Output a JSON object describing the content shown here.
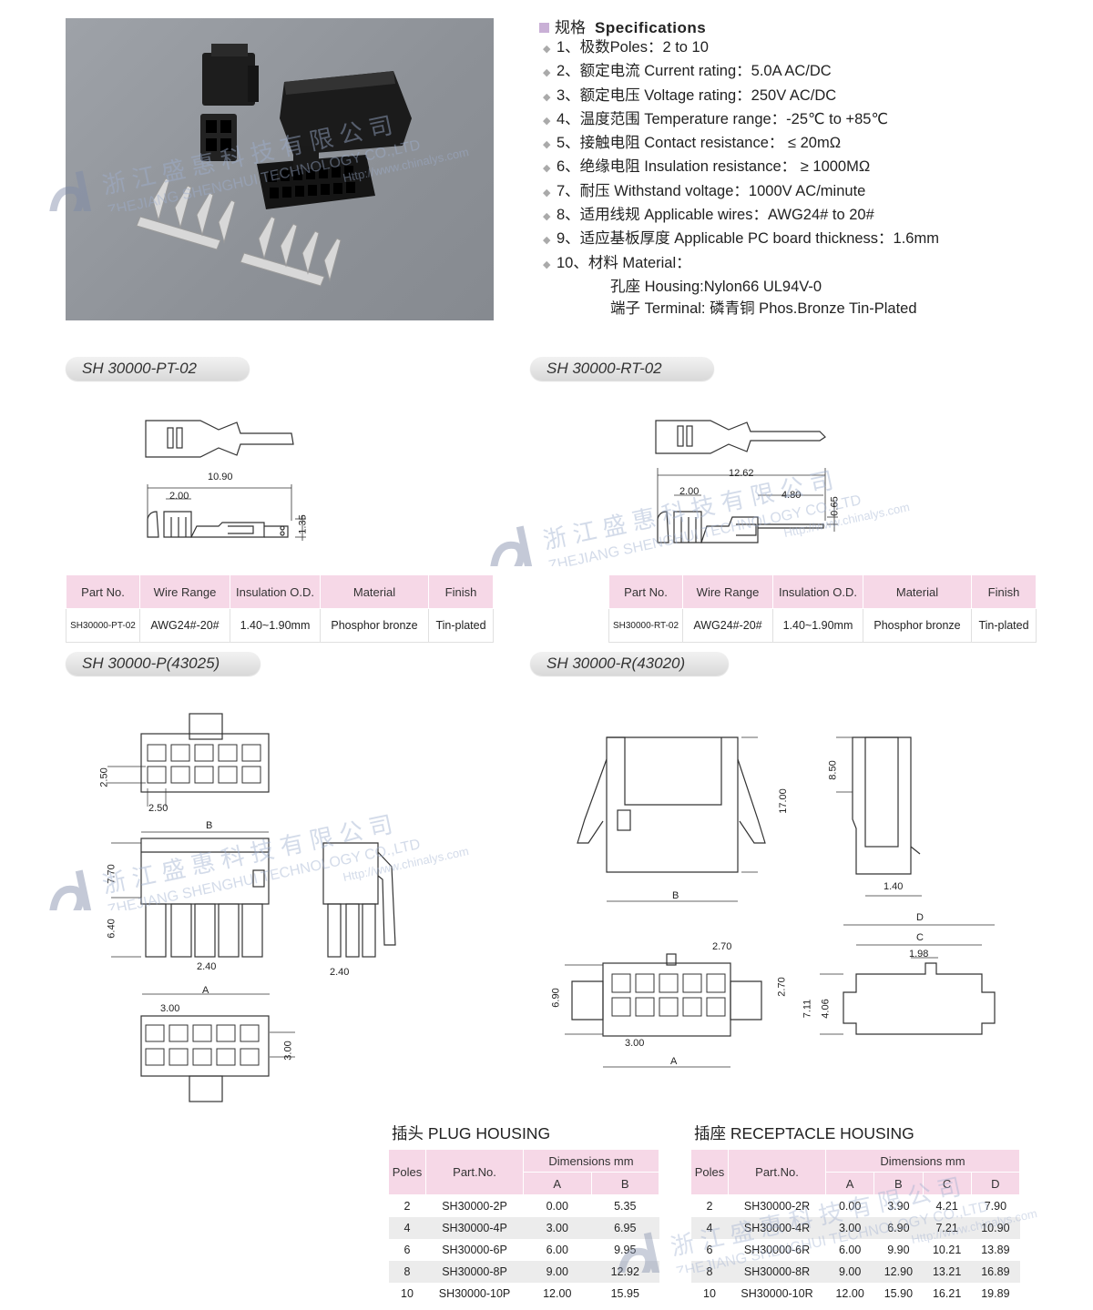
{
  "specs": {
    "title_cn": "规格",
    "title_en": "Specifications",
    "items": [
      "1、极数Poles：2 to 10",
      "2、额定电流 Current rating：5.0A AC/DC",
      "3、额定电压 Voltage rating：250V AC/DC",
      "4、温度范围 Temperature range：-25℃  to +85℃",
      "5、接触电阻 Contact resistance：  ≤ 20mΩ",
      "6、绝缘电阻 Insulation resistance：  ≥ 1000MΩ",
      "7、耐压 Withstand voltage：1000V AC/minute",
      "8、适用线规 Applicable wires：AWG24# to 20#",
      "9、适应基板厚度 Applicable PC board thickness：1.6mm",
      "10、材料 Material："
    ],
    "material_housing": "孔座 Housing:Nylon66 UL94V-0",
    "material_terminal": "端子 Terminal: 磷青铜 Phos.Bronze Tin-Plated"
  },
  "watermark": {
    "cn": "浙 江 盛 惠 科 技 有 限 公 司",
    "en": "ZHEJIANG SHENGHUI TECHNOLOGY CO.,LTD",
    "url": "Http://www.chinalys.com"
  },
  "sections": {
    "pt": "SH 30000-PT-02",
    "rt": "SH 30000-RT-02",
    "p": "SH 30000-P(43025)",
    "r": "SH 30000-R(43020)"
  },
  "terminal_table": {
    "headers": [
      "Part No.",
      "Wire Range",
      "Insulation O.D.",
      "Material",
      "Finish"
    ],
    "pt_row": [
      "SH30000-PT-02",
      "AWG24#-20#",
      "1.40~1.90mm",
      "Phosphor bronze",
      "Tin-plated"
    ],
    "rt_row": [
      "SH30000-RT-02",
      "AWG24#-20#",
      "1.40~1.90mm",
      "Phosphor bronze",
      "Tin-plated"
    ]
  },
  "dims": {
    "pt_len": "10.90",
    "pt_w": "2.00",
    "pt_h": "1.35",
    "rt_len": "12.62",
    "rt_w": "2.00",
    "rt_pin": "4.80",
    "rt_h": "0.65",
    "p_pitch_v": "2.50",
    "p_pitch_h": "2.50",
    "p_B": "B",
    "p_h1": "7.70",
    "p_h2": "6.40",
    "p_pin": "2.40",
    "p_side_pin": "2.40",
    "p_A": "A",
    "p_bot_pitch": "3.00",
    "p_bot_pitch_v": "3.00",
    "r_h": "17.00",
    "r_B": "B",
    "r_side_h": "8.50",
    "r_side_w": "1.40",
    "r_top_pitch": "2.70",
    "r_top_h": "6.90",
    "r_top_pv": "2.70",
    "r_top_bp": "3.00",
    "r_A": "A",
    "r_D": "D",
    "r_C": "C",
    "r_key": "1.98",
    "r_h1": "7.11",
    "r_h2": "4.06"
  },
  "plug": {
    "title": "插头 PLUG HOUSING",
    "h_poles": "Poles",
    "h_part": "Part.No.",
    "h_dims": "Dimensions mm",
    "h_a": "A",
    "h_b": "B",
    "rows": [
      [
        "2",
        "SH30000-2P",
        "0.00",
        "5.35"
      ],
      [
        "4",
        "SH30000-4P",
        "3.00",
        "6.95"
      ],
      [
        "6",
        "SH30000-6P",
        "6.00",
        "9.95"
      ],
      [
        "8",
        "SH30000-8P",
        "9.00",
        "12.92"
      ],
      [
        "10",
        "SH30000-10P",
        "12.00",
        "15.95"
      ]
    ]
  },
  "receptacle": {
    "title": "插座 RECEPTACLE HOUSING",
    "h_poles": "Poles",
    "h_part": "Part.No.",
    "h_dims": "Dimensions mm",
    "h_a": "A",
    "h_b": "B",
    "h_c": "C",
    "h_d": "D",
    "rows": [
      [
        "2",
        "SH30000-2R",
        "0.00",
        "3.90",
        "4.21",
        "7.90"
      ],
      [
        "4",
        "SH30000-4R",
        "3.00",
        "6.90",
        "7.21",
        "10.90"
      ],
      [
        "6",
        "SH30000-6R",
        "6.00",
        "9.90",
        "10.21",
        "13.89"
      ],
      [
        "8",
        "SH30000-8R",
        "9.00",
        "12.90",
        "13.21",
        "16.89"
      ],
      [
        "10",
        "SH30000-10R",
        "12.00",
        "15.90",
        "16.21",
        "19.89"
      ]
    ]
  }
}
